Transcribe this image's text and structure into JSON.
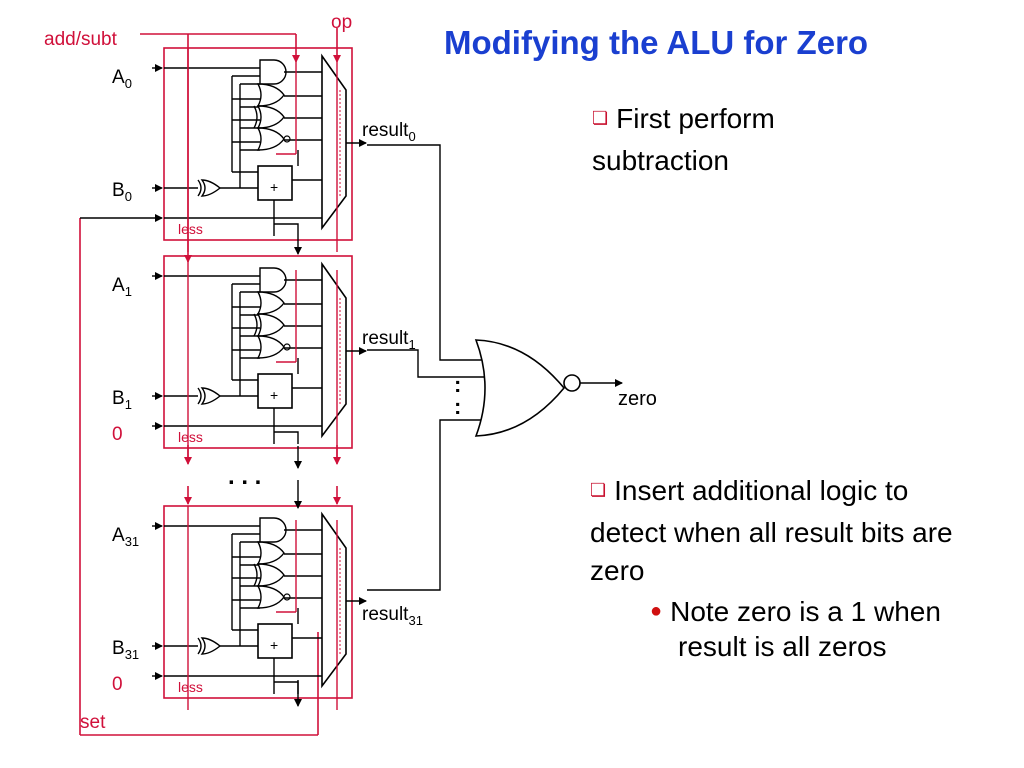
{
  "title": "Modifying the ALU for Zero",
  "bullets": [
    "First perform subtraction",
    "Insert additional logic to detect when all result bits are zero"
  ],
  "sub_bullet": "Note zero is a 1 when result is all zeros",
  "diagram": {
    "signal_add_subt": "add/subt",
    "signal_op": "op",
    "signal_set": "set",
    "less_label": "less",
    "zero_label": "zero",
    "adder_symbol": "+",
    "zero_input": "0",
    "ellipsis": ". . .",
    "vertical_ellipsis": ":",
    "slices": [
      {
        "a_base": "A",
        "a_sub": "0",
        "b_base": "B",
        "b_sub": "0",
        "result_base": "result",
        "result_sub": "0"
      },
      {
        "a_base": "A",
        "a_sub": "1",
        "b_base": "B",
        "b_sub": "1",
        "result_base": "result",
        "result_sub": "1"
      },
      {
        "a_base": "A",
        "a_sub": "31",
        "b_base": "B",
        "b_sub": "31",
        "result_base": "result",
        "result_sub": "31"
      }
    ]
  },
  "colors": {
    "title": "#1a3fd0",
    "control_red": "#d0103a",
    "wire": "#000000"
  },
  "icons": {
    "bullet": "square-bullet-icon",
    "sub_bullet": "round-dot-icon"
  }
}
